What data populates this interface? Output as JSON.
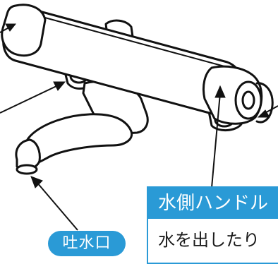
{
  "labels": {
    "spout": "吐水口",
    "water_handle_title": "水側ハンドル",
    "water_handle_desc": "水を出したり"
  },
  "colors": {
    "accent": "#2a9ad6",
    "line": "#111111",
    "fill": "#ffffff"
  }
}
